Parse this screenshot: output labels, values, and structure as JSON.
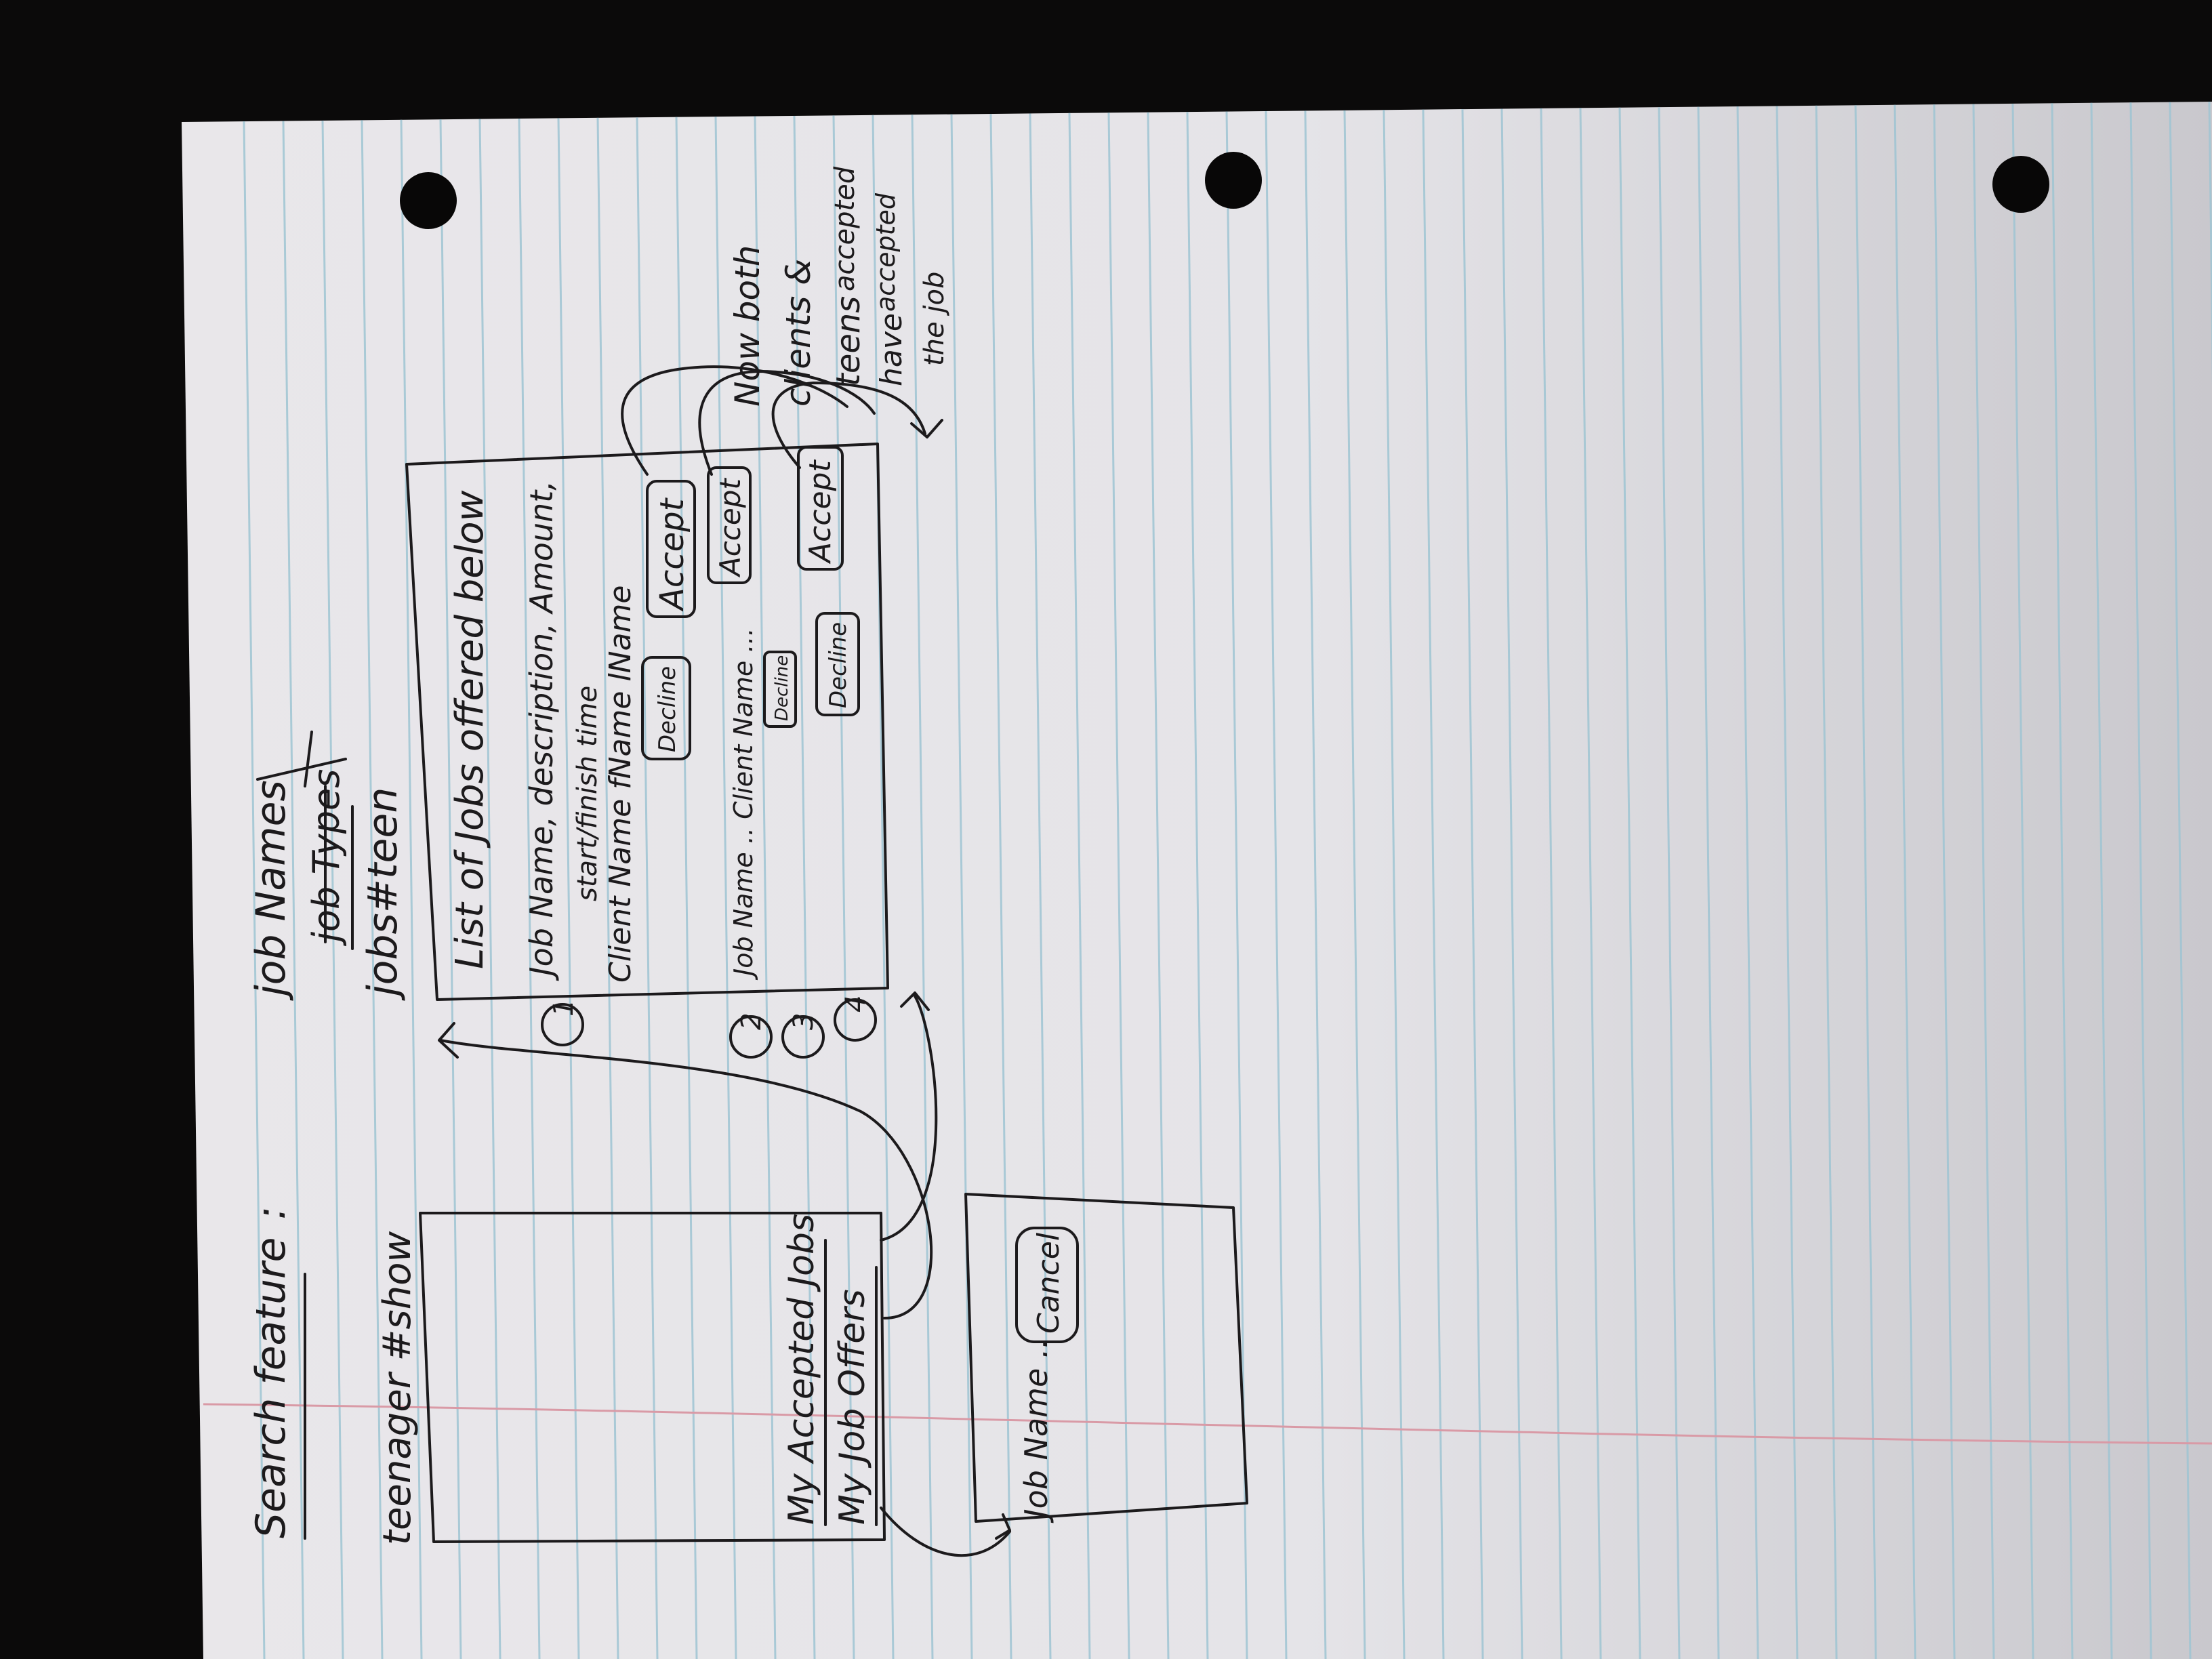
{
  "header": {
    "search_feature": "Search feature",
    "separator": ":",
    "job_names": "job Names",
    "job_types_struck": "job Types"
  },
  "teenager_show": {
    "title": "teenager #show",
    "my_accepted_jobs": "My Accepted Jobs",
    "my_job_offers": "My Job Offers"
  },
  "accepted_panel": {
    "job_name_row": "Job Name ..",
    "cancel_button": "Cancel"
  },
  "jobs_teen": {
    "title": "jobs#teen",
    "list_heading": "List of Jobs offered below",
    "item1": {
      "number": "1",
      "line1": "Job Name, description, Amount,",
      "line2": "start/finish time",
      "line3": "Client Name  fName  lName",
      "decline_button": "Decline",
      "accept_button": "Accept"
    },
    "item2": {
      "number": "2",
      "text": "Job Name .. Client Name ...",
      "decline_button": "Decline",
      "accept_button": "Accept"
    },
    "item3": {
      "number": "3",
      "decline_button": "Decline",
      "accept_button": "Accept"
    },
    "item4": {
      "number": "4"
    }
  },
  "note": {
    "line1": "Now both",
    "line2": "clients &",
    "line3": "teens",
    "line3_overwrite": "accepted",
    "line4": "have",
    "line4_overwrite": "accepted",
    "line5": "the job"
  },
  "colors": {
    "paper": "#ebe9ec",
    "ink": "#1c1a1c",
    "rule_blue": "#9fc5d3",
    "margin_red": "#d99aa6",
    "background": "#0b0a0a"
  }
}
